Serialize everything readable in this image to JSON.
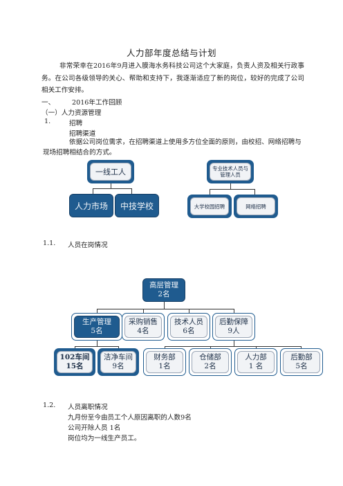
{
  "document": {
    "title": "人力部年度总结与计划",
    "intro": "非常荣幸在2016年9月进入膜海水务科技公司这个大家庭，负责人资及相关行政事务。在公司各级领导的关心、帮助和支持下，我逐渐适应了新的岗位，较好的完成了公司相关工作安排。",
    "section1_num": "一、",
    "section1_title": "2016年工作回顾",
    "sub1": "（一）人力资源管理",
    "item1_num": "1.",
    "item1_title": "招聘",
    "item1_sub": "招聘渠道",
    "item1_text": "依据公司岗位需求，在招聘渠道上使用多方位全面的原则，由校招、网络招聘与现场招聘相结合的方式。",
    "item11_num": "1.1.",
    "item11_title": "人员在岗情况",
    "item12_num": "1.2.",
    "item12_title": "人员离职情况",
    "leave_line1": "九月份至今由员工个人原因离职的人数9名",
    "leave_line2": "公司开除人员 1名",
    "leave_line3": "岗位均为一线生产员工。"
  },
  "recruit_chart": {
    "left_root": "一线工人",
    "left_children": [
      "人力市场",
      "中技学校"
    ],
    "right_root": "专业技术人员与管理人员",
    "right_children": [
      "大学校园招聘",
      "网络招聘"
    ]
  },
  "staff_chart": {
    "root": {
      "name": "高层管理",
      "count": "2名"
    },
    "level2": [
      {
        "name": "生产管理",
        "count": "5名"
      },
      {
        "name": "采购销售",
        "count": "4名"
      },
      {
        "name": "技术人员",
        "count": "6名"
      },
      {
        "name": "后勤保障",
        "count": "9人"
      }
    ],
    "level3": [
      {
        "name": "102车间",
        "count": "15名"
      },
      {
        "name": "洁净车间",
        "count": "9名"
      },
      {
        "name": "财务部",
        "count": "1名"
      },
      {
        "name": "仓储部",
        "count": "2名"
      },
      {
        "name": "人力部",
        "count": "1 名"
      },
      {
        "name": "后勤部",
        "count": "5名"
      }
    ]
  }
}
